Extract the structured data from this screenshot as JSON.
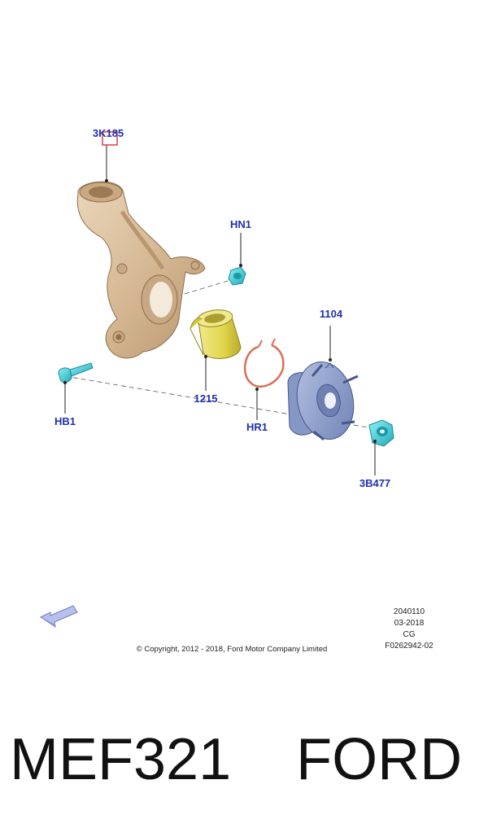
{
  "callouts": {
    "knuckle": "3K185",
    "nut": "HN1",
    "hub": "1104",
    "bearing": "1215",
    "bolt": "HB1",
    "snap_ring": "HR1",
    "hub_nut": "3B477"
  },
  "metadata": {
    "code": "2040110",
    "date": "03-2018",
    "variant": "CG",
    "figure_id": "F0262942-02"
  },
  "copyright": "© Copyright, 2012 - 2018, Ford Motor Company Limited",
  "caption": "MEF321    FORD",
  "colors": {
    "callout_text": "#1f2fae",
    "knuckle": "#d8bf9e",
    "bearing": "#e6dc55",
    "snap_ring": "#d9735a",
    "hub": "#8a9cc8",
    "fastener": "#40c8d4",
    "arrow": "#8a96d6"
  }
}
